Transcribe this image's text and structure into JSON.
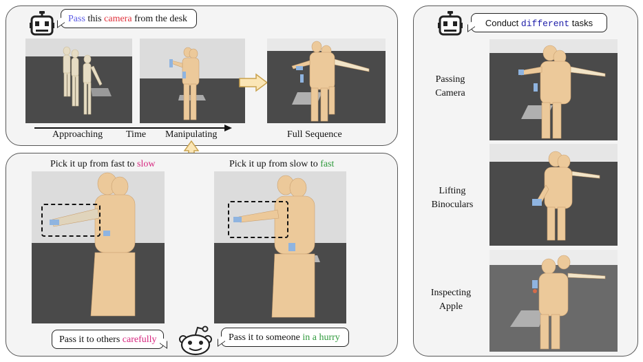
{
  "colors": {
    "panel_bg": "#f4f4f4",
    "floor": "#4a4a4a",
    "wall": "#dcdcdc",
    "arrow_fill": "#fbe6b6",
    "arrow_stroke": "#c9a24d"
  },
  "top_panel": {
    "prompt": {
      "pre": "Pass",
      "mid1": " this ",
      "obj": "camera",
      "post": " from the desk"
    },
    "icon": "robot-icon",
    "labels": {
      "approaching": "Approaching",
      "time": "Time",
      "manipulating": "Manipulating",
      "full": "Full Sequence"
    }
  },
  "bottom_panel": {
    "left_caption": {
      "pre": "Pick it up from fast to ",
      "hl": "slow"
    },
    "right_caption": {
      "pre": "Pick it up from slow to ",
      "hl": "fast"
    },
    "left_bubble": {
      "pre": "Pass it to others ",
      "hl": "carefully"
    },
    "right_bubble": {
      "pre": "Pass it to someone ",
      "hl": "in a hurry"
    },
    "icon": "reddit-alien-icon"
  },
  "right_panel": {
    "prompt": {
      "pre": "Conduct ",
      "hl": "different",
      "post": " tasks"
    },
    "icon": "robot-icon",
    "tasks": [
      {
        "line1": "Passing",
        "line2": "Camera"
      },
      {
        "line1": "Lifting",
        "line2": "Binoculars"
      },
      {
        "line1": "Inspecting",
        "line2": "Apple"
      }
    ]
  }
}
